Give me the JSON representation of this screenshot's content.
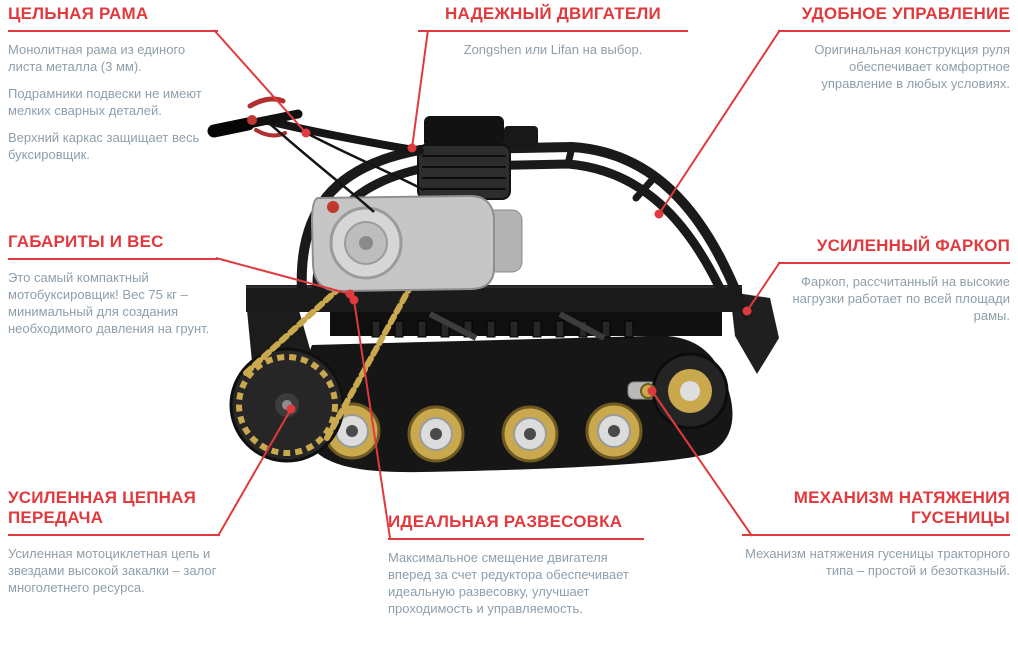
{
  "colors": {
    "accent": "#e03a3e",
    "body_text": "#8e9fab",
    "background": "#ffffff",
    "chain_gold": "#c9a84e",
    "machine_dark": "#161616"
  },
  "callouts": {
    "frame": {
      "title": "ЦЕЛЬНАЯ РАМА",
      "paragraphs": [
        "Монолитная рама из единого листа металла (3 мм).",
        "Подрамники подвески не имеют мелких сварных деталей.",
        "Верхний каркас защищает весь буксировщик."
      ]
    },
    "engine": {
      "title": "НАДЕЖНЫЙ ДВИГАТЕЛИ",
      "paragraphs": [
        "Zongshen или Lifan на выбор."
      ]
    },
    "control": {
      "title": "УДОБНОЕ УПРАВЛЕНИЕ",
      "paragraphs": [
        "Оригинальная конструкция руля обеспечивает комфортное управление в любых условиях."
      ]
    },
    "weight": {
      "title": "ГАБАРИТЫ И ВЕС",
      "paragraphs": [
        "Это самый компактный мотобуксировщик! Вес 75 кг – минимальный для создания необходимого давления на грунт."
      ]
    },
    "hitch": {
      "title": "УСИЛЕННЫЙ ФАРКОП",
      "paragraphs": [
        "Фаркоп, рассчитанный на высокие нагрузки работает по всей площади рамы."
      ]
    },
    "chain": {
      "title": "УСИЛЕННАЯ ЦЕПНАЯ ПЕРЕДАЧА",
      "paragraphs": [
        "Усиленная мотоциклетная цепь и звездами высокой закалки – залог многолетнего ресурса."
      ]
    },
    "balance": {
      "title": "ИДЕАЛЬНАЯ РАЗВЕСОВКА",
      "paragraphs": [
        "Максимальное смещение двигателя вперед за счет редуктора обеспечивает идеальную развесовку, улучшает проходимость и управляемость."
      ]
    },
    "tension": {
      "title": "МЕХАНИЗМ НАТЯЖЕНИЯ ГУСЕНИЦЫ",
      "paragraphs": [
        "Механизм натяжения гусеницы тракторного типа – простой и безотказный."
      ]
    }
  }
}
